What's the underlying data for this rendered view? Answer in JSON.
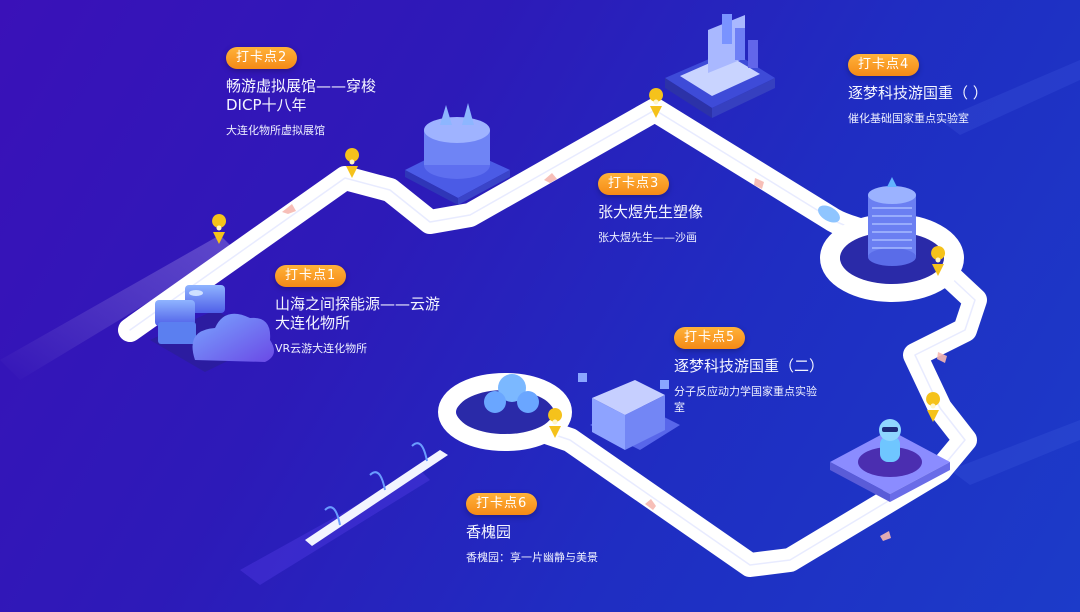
{
  "colors": {
    "background_start": "#3a11b8",
    "background_end": "#1c3bc9",
    "road": "#ffffff",
    "badge": "#f7961f",
    "pin": "#f5c21b",
    "arrow": "#f6b8b0"
  },
  "stops": [
    {
      "badge": "打卡点1",
      "title": "山海之间探能源——云游大连化物所",
      "subtitle": "VR云游大连化物所",
      "icon": "server-cloud-icon"
    },
    {
      "badge": "打卡点2",
      "title": "畅游虚拟展馆——穿梭DICP十八年",
      "subtitle": "大连化物所虚拟展馆",
      "icon": "rocket-tower-icon"
    },
    {
      "badge": "打卡点3",
      "title": "张大煜先生塑像",
      "subtitle": "张大煜先生——沙画",
      "icon": "laptop-chart-icon"
    },
    {
      "badge": "打卡点4",
      "title": "逐梦科技游国重（ ）",
      "subtitle": "催化基础国家重点实验室",
      "icon": "database-tower-icon"
    },
    {
      "badge": "打卡点5",
      "title": "逐梦科技游国重（二）",
      "subtitle": "分子反应动力学国家重点实验室",
      "icon": "robot-platform-icon"
    },
    {
      "badge": "打卡点6",
      "title": "香槐园",
      "subtitle": "香槐园：享一片幽静与美景",
      "icon": "tree-garden-icon"
    }
  ]
}
